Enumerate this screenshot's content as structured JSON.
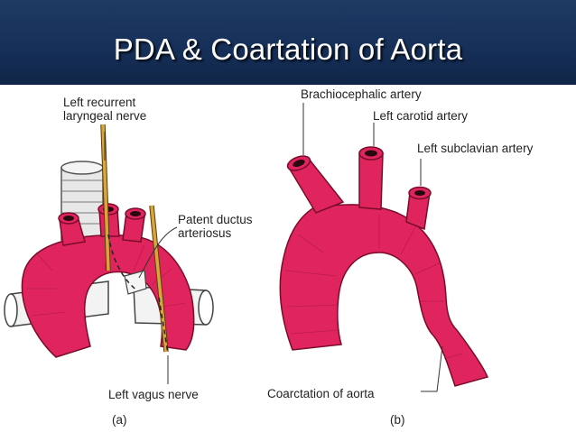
{
  "title": "PDA & Coartation of Aorta",
  "colors": {
    "header_background": "#16305a",
    "title_text": "#ffffff",
    "vessel_fill": "#e0245e",
    "vessel_stroke": "#7a0c2a",
    "nerve": "#d8a63a",
    "trachea": "#e8e8e8",
    "text": "#222222"
  },
  "panel_a": {
    "panel_label": "(a)",
    "labels": {
      "left_recurrent_laryngeal_nerve": [
        "Left recurrent",
        "laryngeal nerve"
      ],
      "patent_ductus_arteriosus": [
        "Patent ductus",
        "arteriosus"
      ],
      "left_vagus_nerve": "Left vagus nerve"
    }
  },
  "panel_b": {
    "panel_label": "(b)",
    "labels": {
      "brachiocephalic_artery": "Brachiocephalic artery",
      "left_carotid_artery": "Left carotid artery",
      "left_subclavian_artery": "Left subclavian artery",
      "coarctation_of_aorta": "Coarctation of aorta"
    }
  }
}
